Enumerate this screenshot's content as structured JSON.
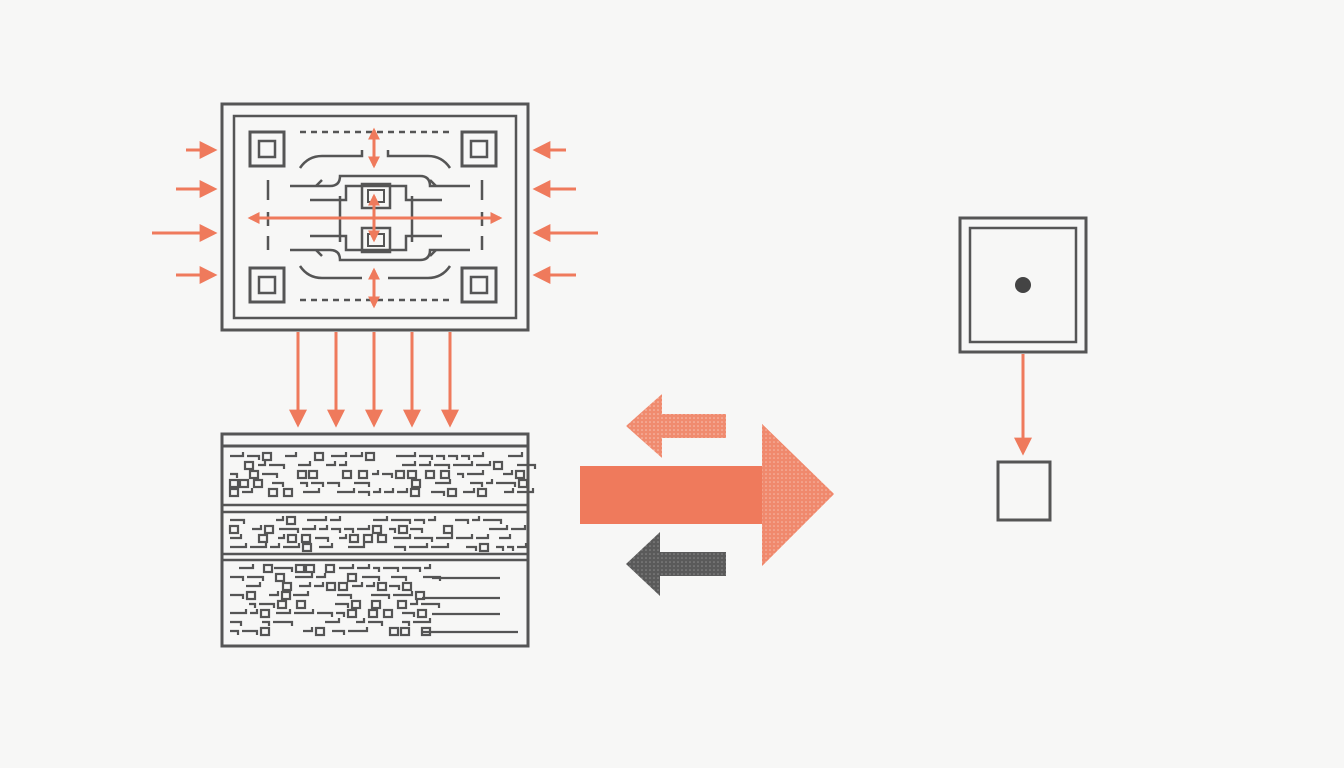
{
  "diagram": {
    "colors": {
      "background": "#f7f7f6",
      "line": "#555555",
      "accent": "#ef7a5c",
      "accent_light": "#f3a08a",
      "dark_arrow": "#5a5a5a",
      "node": "#444444"
    },
    "nodes": [
      {
        "id": "circuit-panel",
        "icon": "maze-circuit-icon"
      },
      {
        "id": "pattern-stack",
        "icon": "code-pattern-icon"
      },
      {
        "id": "source-box",
        "icon": "dot-box-icon"
      },
      {
        "id": "target-box",
        "icon": "square-icon"
      }
    ],
    "edges": [
      {
        "from": "circuit-panel",
        "to": "pattern-stack",
        "count": 5
      },
      {
        "from": "source-box",
        "to": "target-box",
        "count": 1
      }
    ],
    "exchange_arrows": [
      {
        "direction": "left",
        "color": "accent"
      },
      {
        "direction": "right",
        "color": "accent"
      },
      {
        "direction": "left",
        "color": "dark"
      }
    ]
  }
}
